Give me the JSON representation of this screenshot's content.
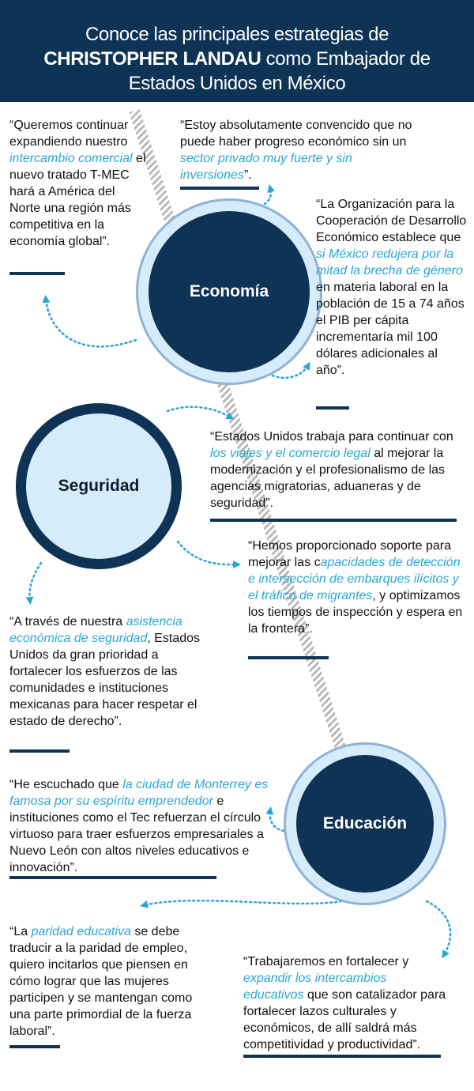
{
  "header": {
    "line1": "Conoce las principales estrategias de",
    "line2_bold": "CHRISTOPHER LANDAU",
    "line2_rest": " como Embajador de",
    "line3": "Estados Unidos en México"
  },
  "colors": {
    "navy": "#0e3355",
    "light_blue": "#d7ecfb",
    "accent": "#2aa6d6"
  },
  "circles": {
    "economia": "Economía",
    "seguridad": "Seguridad",
    "educacion": "Educación"
  },
  "quotes": {
    "q1": {
      "a": "“Queremos continuar expandiendo nuestro ",
      "h1": "intercambio comercial",
      "b": " el nuevo tratado T-MEC hará a América del Norte una región más competitiva en la economía global”."
    },
    "q2": {
      "a": "“Estoy absolutamente convencido que no puede haber progreso económico sin un ",
      "h1": "sector privado muy fuerte y sin inversiones",
      "b": "”."
    },
    "q3": {
      "a": "“La Organización para la Cooperación de Desarrollo Económico establece que ",
      "h1": "si México redujera por la mitad la brecha de género",
      "b": " en materia laboral en la población de 15 a 74 años el PIB per cápita incrementaría mil 100 dólares adicionales al año”."
    },
    "q4": {
      "a": "“Estados Unidos trabaja para continuar con ",
      "h1": "los viajes y el comercio legal",
      "b": " al mejorar la modernización y el profesionalismo de las agencias migratorias, aduaneras y de seguridad”."
    },
    "q5": {
      "a": "“Hemos proporcionado soporte para mejorar las c",
      "h1": "apacidades de detección e intersección de embarques ilícitos y el tráfico de migrantes",
      "b": ", y optimizamos los tiempos de inspección y espera en la frontera”."
    },
    "q6": {
      "a": "“A través de nuestra ",
      "h1": "asistencia económica de seguridad",
      "b": ", Estados Unidos da gran prioridad a fortalecer los esfuerzos de las comunidades e instituciones mexicanas para hacer respetar el estado de derecho”."
    },
    "q7": {
      "a": "“He escuchado que ",
      "h1": "la ciudad de Monterrey es famosa por su espíritu emprendedor",
      "b": " e instituciones como el Tec refuerzan el círculo virtuoso para traer esfuerzos empresariales a Nuevo León con altos niveles educativos e innovación”."
    },
    "q8": {
      "a": "“La ",
      "h1": "paridad educativa",
      "b": " se debe traducir a la paridad de empleo, quiero incitarlos que piensen en cómo lograr que las mujeres participen y se mantengan como una parte primordial de la fuerza laboral”."
    },
    "q9": {
      "a": "“Trabajaremos en fortalecer y ",
      "h1": "expandir los intercambios educativos",
      "b": " que son catalizador para fortalecer lazos culturales y económicos, de allí saldrá más competitividad y productividad”."
    }
  }
}
